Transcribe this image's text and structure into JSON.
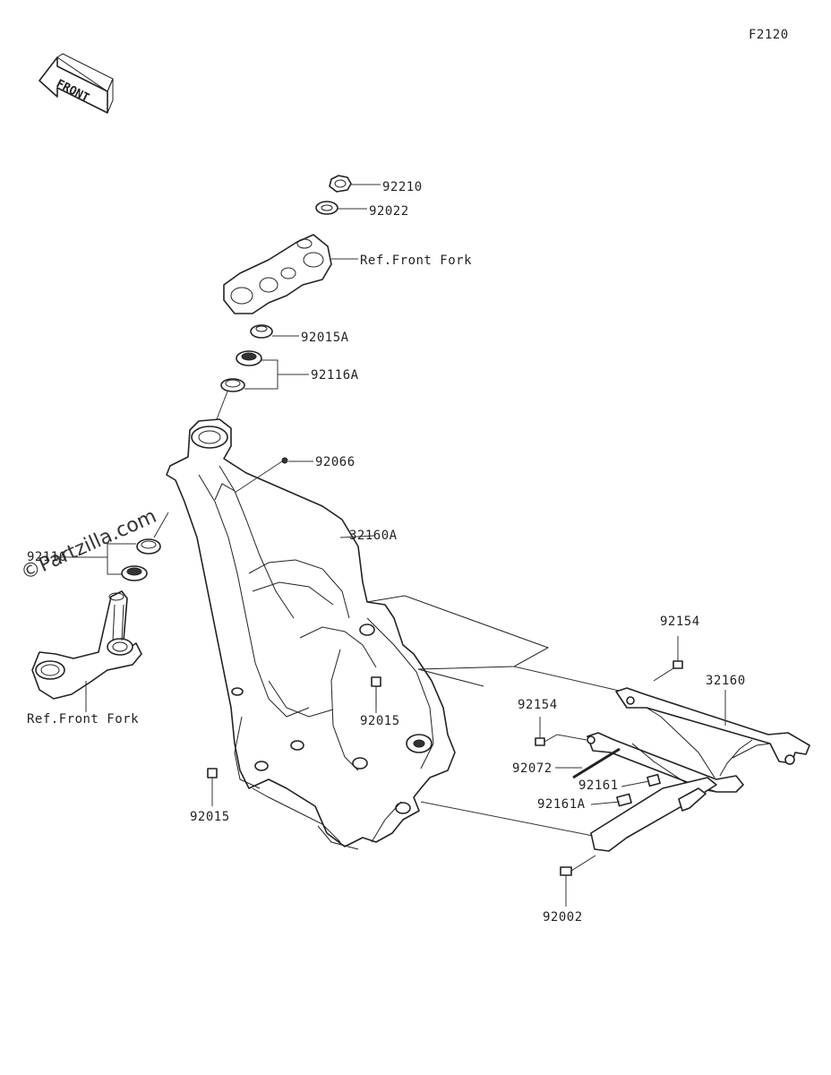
{
  "diagram_code": "F2120",
  "front_label": "FRONT",
  "watermark": "©Partzilla.com",
  "parts": {
    "p92210": "92210",
    "p92022": "92022",
    "ref_top": "Ref.Front Fork",
    "p92015A": "92015A",
    "p92116A": "92116A",
    "p92066": "92066",
    "p32160A": "32160A",
    "p92116": "92116",
    "ref_bottom": "Ref.Front Fork",
    "p92154_top": "92154",
    "p32160": "32160",
    "p92154_mid": "92154",
    "p92015_center": "92015",
    "p92072": "92072",
    "p92161": "92161",
    "p92161A": "92161A",
    "p92015_left": "92015",
    "p92002": "92002"
  }
}
